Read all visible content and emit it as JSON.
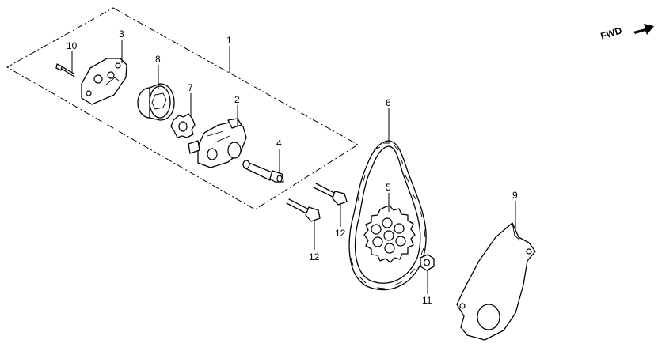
{
  "diagram": {
    "direction_marker": "FWD",
    "callouts": {
      "c1": "1",
      "c2": "2",
      "c3": "3",
      "c4": "4",
      "c5": "5",
      "c6": "6",
      "c7": "7",
      "c8": "8",
      "c9": "9",
      "c10": "10",
      "c11": "11",
      "c12a": "12",
      "c12b": "12"
    }
  }
}
